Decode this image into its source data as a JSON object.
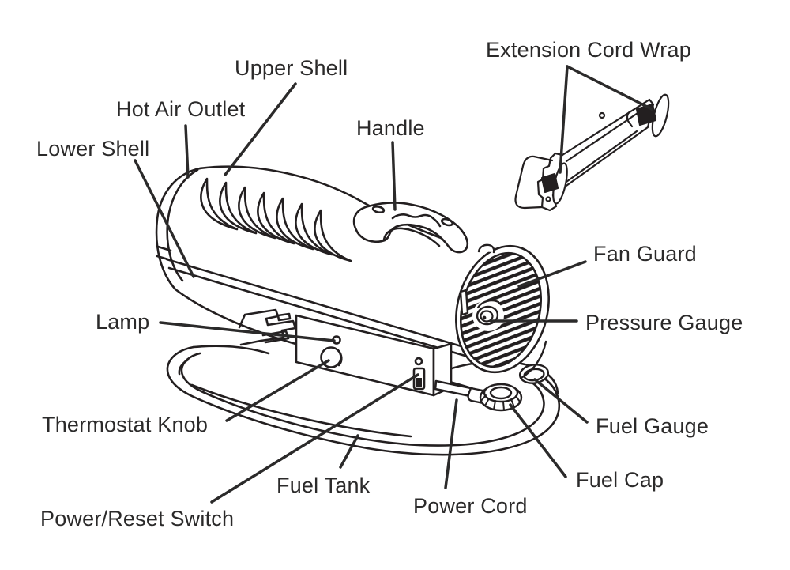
{
  "diagram": {
    "type": "labeled-diagram",
    "subject": "Portable forced-air heater parts diagram",
    "background": "#ffffff",
    "line_color": "#231f20",
    "labels": [
      {
        "id": "upper-shell",
        "text": "Upper Shell"
      },
      {
        "id": "hot-air-outlet",
        "text": "Hot Air Outlet"
      },
      {
        "id": "lower-shell",
        "text": "Lower Shell"
      },
      {
        "id": "handle",
        "text": "Handle"
      },
      {
        "id": "extension-cord-wrap",
        "text": "Extension Cord Wrap"
      },
      {
        "id": "fan-guard",
        "text": "Fan Guard"
      },
      {
        "id": "pressure-gauge",
        "text": "Pressure Gauge"
      },
      {
        "id": "lamp",
        "text": "Lamp"
      },
      {
        "id": "thermostat-knob",
        "text": "Thermostat Knob"
      },
      {
        "id": "fuel-gauge",
        "text": "Fuel Gauge"
      },
      {
        "id": "fuel-cap",
        "text": "Fuel Cap"
      },
      {
        "id": "power-cord",
        "text": "Power Cord"
      },
      {
        "id": "fuel-tank",
        "text": "Fuel Tank"
      },
      {
        "id": "power-reset-switch",
        "text": "Power/Reset Switch"
      }
    ]
  }
}
